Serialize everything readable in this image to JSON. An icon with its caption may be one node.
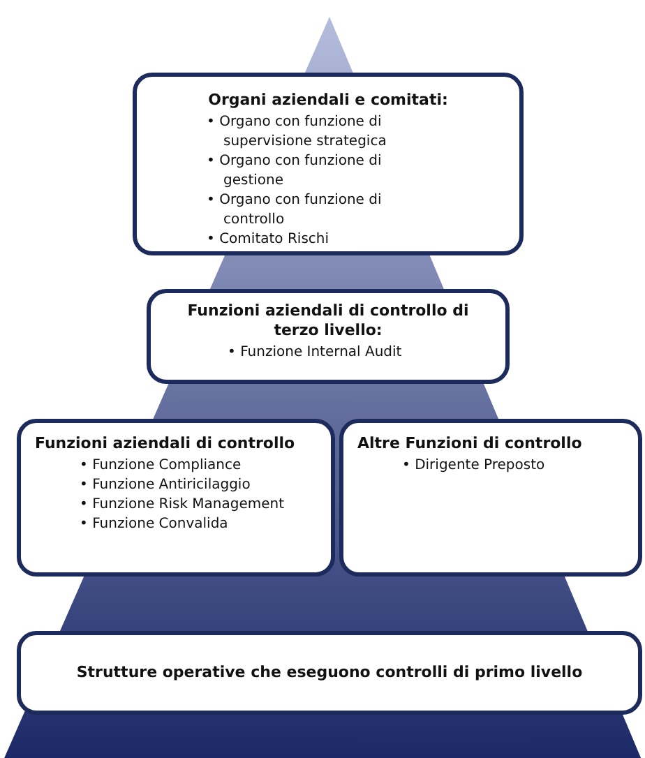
{
  "diagram": {
    "nodes": [
      {
        "text": [
          "Organi aziendali e comitati:",
          "• Organo con funzione di supervisione strategica",
          "• Organo con funzione di gestione",
          "• Organo con funzione di controllo",
          "• Comitato Rischi"
        ]
      },
      {
        "text": [
          "Funzioni aziendali di controllo di terzo livello:",
          "• Funzione Internal Audit"
        ]
      },
      {
        "text": [
          "Funzioni aziendali di controllo",
          "• Funzione Compliance",
          "• Funzione Antiricilaggio",
          "• Funzione Risk Management",
          "• Funzione Convalida"
        ]
      },
      {
        "text": [
          "Altre Funzioni di controllo",
          "• Dirigente Preposto"
        ]
      },
      {
        "text": [
          "Strutture operative che eseguono controlli di primo livello"
        ]
      }
    ],
    "edges": []
  }
}
